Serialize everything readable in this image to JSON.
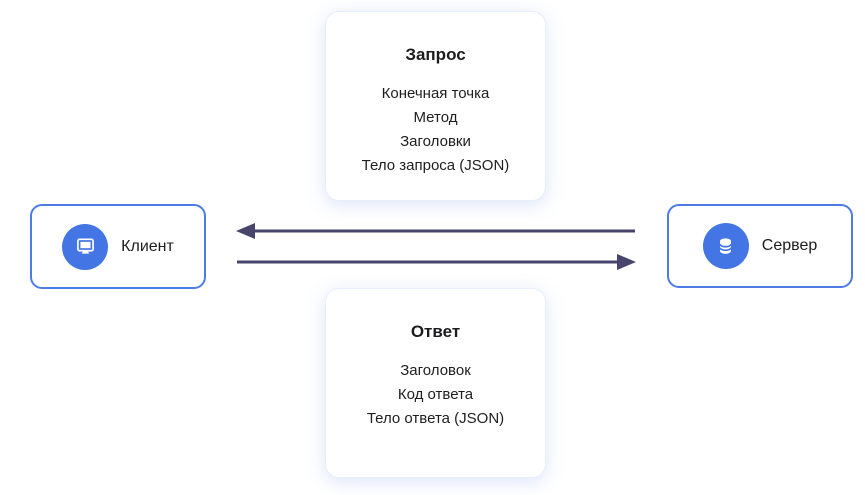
{
  "colors": {
    "arrow": "#47456B",
    "node_border_blue": "#4D7CE8",
    "icon_circle_blue": "#4376E4",
    "card_border": "#E7EEFC",
    "text": "#1E1E20"
  },
  "request_card": {
    "title": "Запрос",
    "items": [
      "Конечная точка",
      "Метод",
      "Заголовки",
      "Тело запроса (JSON)"
    ]
  },
  "response_card": {
    "title": "Ответ",
    "items": [
      "Заголовок",
      "Код ответа",
      "Тело ответа (JSON)"
    ]
  },
  "client_node": {
    "label": "Клиент"
  },
  "server_node": {
    "label": "Сервер"
  },
  "arrows": [
    {
      "direction": "left"
    },
    {
      "direction": "right"
    }
  ]
}
